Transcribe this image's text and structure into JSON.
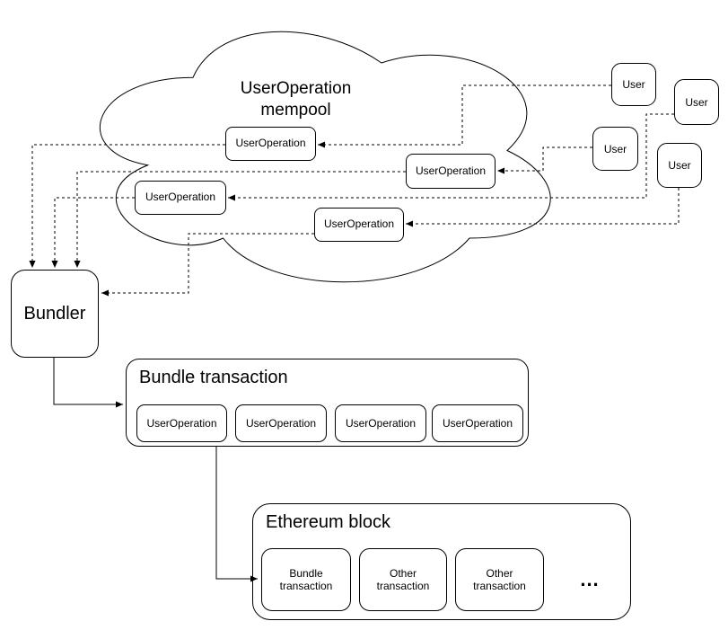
{
  "mempool": {
    "label": "UserOperation mempool",
    "userops": [
      "UserOperation",
      "UserOperation",
      "UserOperation",
      "UserOperation"
    ]
  },
  "users": [
    "User",
    "User",
    "User",
    "User"
  ],
  "bundler": {
    "label": "Bundler"
  },
  "bundle_transaction": {
    "title": "Bundle transaction",
    "userops": [
      "UserOperation",
      "UserOperation",
      "UserOperation",
      "UserOperation"
    ]
  },
  "ethereum_block": {
    "title": "Ethereum block",
    "transactions": [
      "Bundle transaction",
      "Other transaction",
      "Other transaction"
    ],
    "ellipsis": "..."
  },
  "colors": {
    "stroke": "#000000",
    "background": "#ffffff"
  }
}
